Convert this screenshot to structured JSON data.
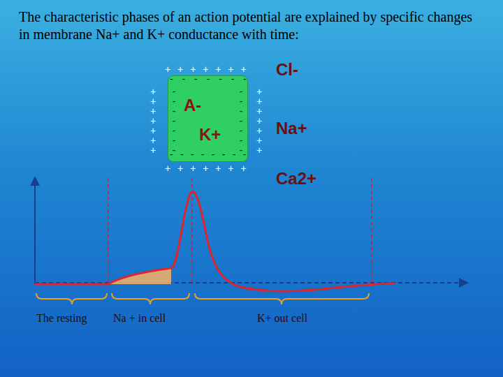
{
  "diagram": {
    "title": "The characteristic phases of an action potential are explained by specific changes in membrane Na+ and K+ conductance with time:",
    "nodes": [
      {
        "text": [
          "A-",
          "K+"
        ]
      }
    ],
    "labels": [
      "+ + + + + + +",
      "- - - - - - -",
      "+ + + + + + +",
      "- - - - - - -",
      "- - - - - - -",
      "+ + + + + + +",
      "- - - - - - - -",
      "+ + + + + + +",
      "Cl-",
      "Na+",
      "Ca2+",
      "The resting",
      "Na + in cell",
      "K+ out cell"
    ]
  }
}
